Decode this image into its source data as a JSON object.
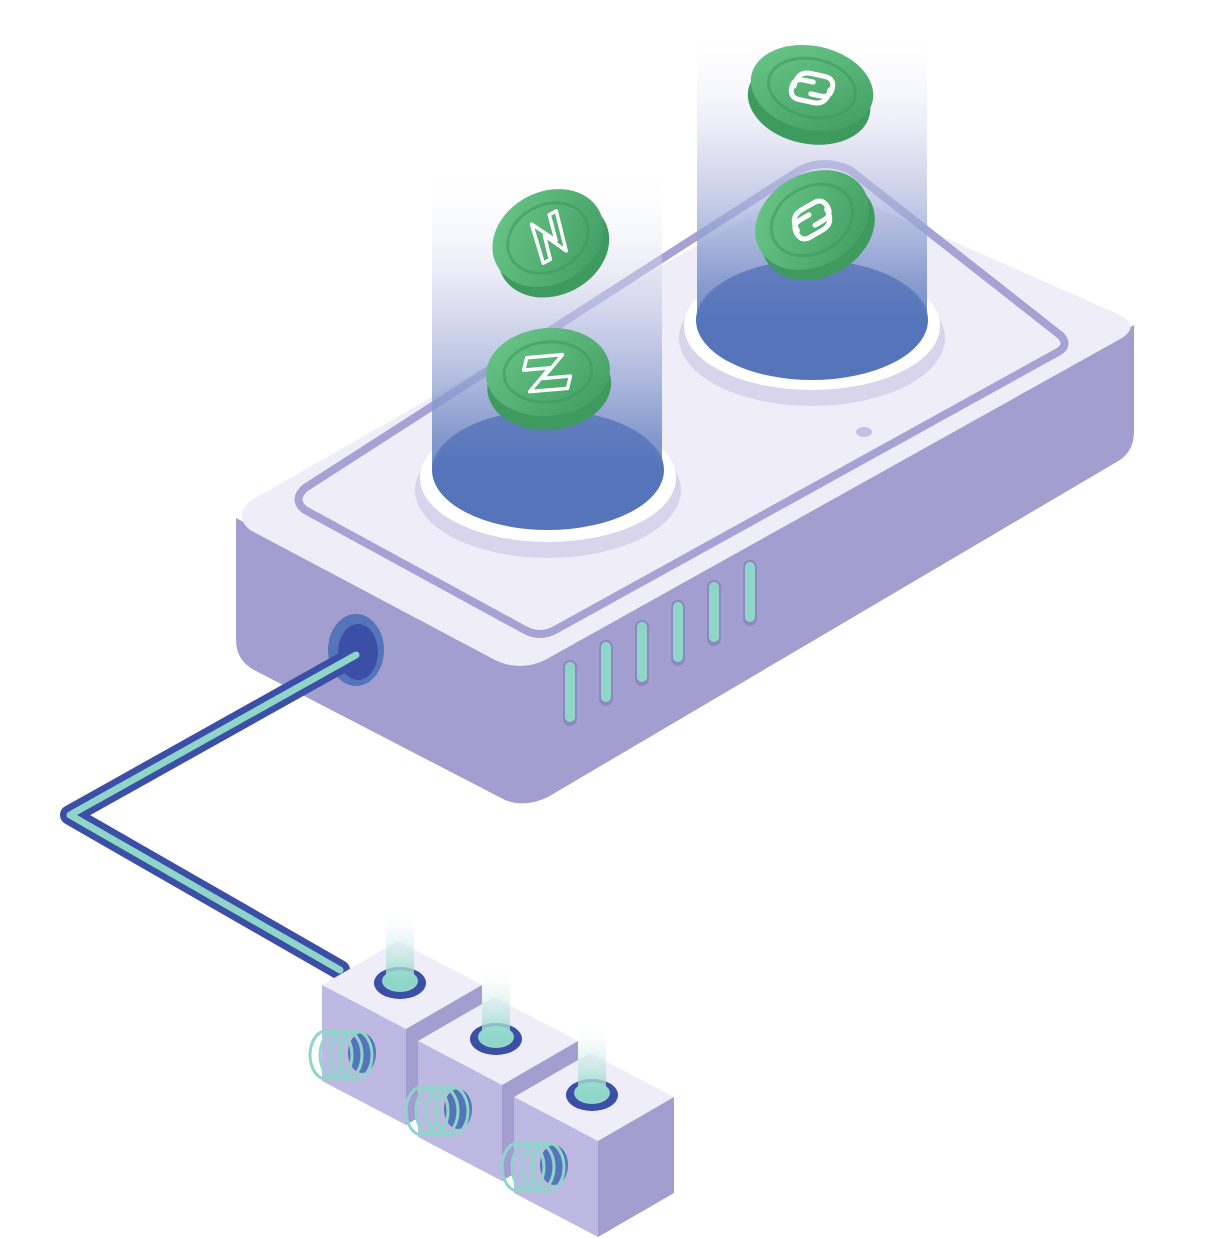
{
  "scene": {
    "subject": "isometric-power-strip-with-coins",
    "background_color": "#ffffff"
  },
  "colors": {
    "device_side": "#a29fd0",
    "device_side_dark": "#9490c6",
    "device_top": "#efeef8",
    "device_top_border": "#a6a2d4",
    "socket_blue": "#5574ba",
    "socket_ring": "#d7d4ec",
    "coin_green": "#5fbd7c",
    "coin_green_dark": "#3f9a60",
    "coin_green_mid": "#4fae6e",
    "vent_teal": "#8fd6c9",
    "cable_dark": "#3c4fa6",
    "cable_light": "#8fd6c9",
    "terminal_top": "#efeef8",
    "terminal_front": "#bdb9e2",
    "terminal_side": "#a29fd0",
    "spring_teal": "#8fd6c9"
  },
  "sockets": [
    {
      "name": "left-socket",
      "coins": [
        {
          "glyph": "N-logo"
        },
        {
          "glyph": "Z-logo"
        }
      ]
    },
    {
      "name": "right-socket",
      "coins": [
        {
          "glyph": "link-logo"
        },
        {
          "glyph": "link-logo"
        }
      ]
    }
  ],
  "vents": {
    "count": 6
  },
  "terminal_blocks": {
    "count": 3
  }
}
